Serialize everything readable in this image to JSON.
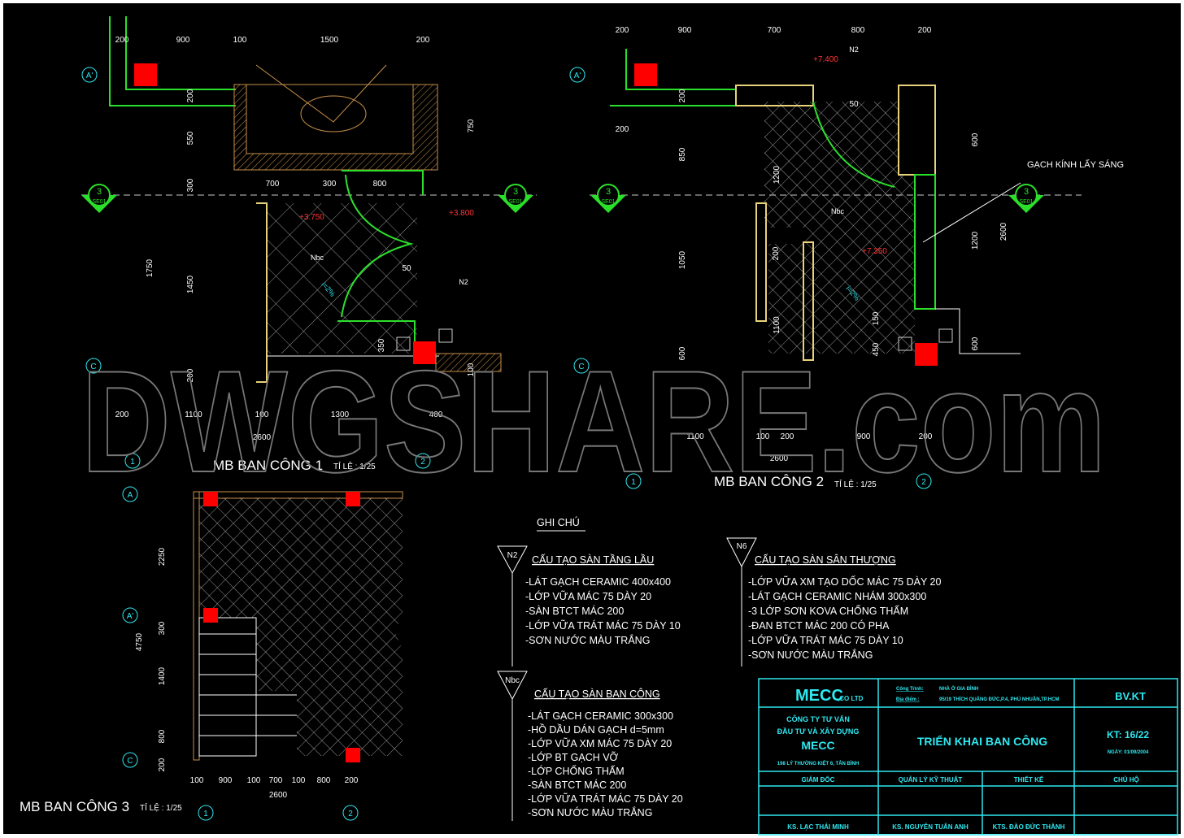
{
  "watermark": "DWGSHARE.com",
  "colors": {
    "background": "#000000",
    "grid_bubble": "#2ee8f0",
    "wall": "#2be02b",
    "column": "#ff0000",
    "finish": "#e8d27a",
    "title_block": "#2ee8f0",
    "dimension": "#ffffff"
  },
  "plan1": {
    "title": "MB BAN CÔNG 1",
    "scale": "TỈ LỆ : 1/25",
    "dims": [
      "200",
      "900",
      "100",
      "1500",
      "200",
      "200",
      "550",
      "300",
      "1750",
      "1450",
      "200",
      "750",
      "700",
      "300",
      "800",
      "200",
      "1100",
      "100",
      "1300",
      "400",
      "2600",
      "350",
      "100",
      "50"
    ],
    "levels": [
      "+3.750",
      "+3.800"
    ],
    "tags": [
      "Nbc",
      "N2",
      "i=2%"
    ],
    "grid": [
      "A'",
      "C",
      "1",
      "2"
    ],
    "section": {
      "number": "3",
      "ref": "SE01"
    }
  },
  "plan2": {
    "title": "MB BAN CÔNG 2",
    "scale": "TỈ LỆ : 1/25",
    "dims": [
      "200",
      "900",
      "700",
      "800",
      "200",
      "200",
      "200",
      "850",
      "1200",
      "1050",
      "200",
      "1100",
      "600",
      "600",
      "1200",
      "600",
      "2600",
      "150",
      "450",
      "1100",
      "100",
      "200",
      "900",
      "200",
      "2600",
      "50"
    ],
    "levels": [
      "+7.400",
      "+7.350"
    ],
    "tags": [
      "Nbc",
      "N2",
      "i=2%"
    ],
    "grid": [
      "A'",
      "C",
      "1",
      "2"
    ],
    "label": "GẠCH KÍNH LẤY SÁNG",
    "section": {
      "number": "3",
      "ref": "SE01"
    }
  },
  "plan3": {
    "title": "MB BAN CÔNG 3",
    "scale": "TỈ LỆ : 1/25",
    "dims": [
      "2250",
      "4750",
      "300",
      "1400",
      "800",
      "200",
      "100",
      "900",
      "100",
      "700",
      "100",
      "800",
      "200",
      "2600"
    ],
    "grid": [
      "A",
      "A'",
      "C",
      "1",
      "2"
    ]
  },
  "notes": {
    "heading": "GHI CHÚ",
    "groups": [
      {
        "tag": "N2",
        "title": "CẤU TẠO SÀN TẦNG LẦU",
        "items": [
          "-LÁT GẠCH CERAMIC 400x400",
          "-LỚP VỮA MÁC 75 DÀY 20",
          "-SÀN BTCT MÁC 200",
          "-LỚP VỮA TRÁT MÁC 75 DÀY 10",
          "-SƠN NƯỚC MÀU TRẮNG"
        ]
      },
      {
        "tag": "N6",
        "title": "CẤU TẠO SÀN SÂN THƯỢNG",
        "items": [
          "-LỚP VỮA XM TẠO DỐC MÁC 75 DÀY 20",
          "-LÁT GẠCH CERAMIC NHÁM 300x300",
          "-3 LỚP SƠN KOVA CHỐNG THẤM",
          "-ĐAN BTCT MÁC 200 CÓ PHA",
          "-LỚP VỮA TRÁT MÁC 75 DÀY 10",
          "-SƠN NƯỚC MÀU TRẮNG"
        ]
      },
      {
        "tag": "Nbc",
        "title": "CẤU TẠO SÀN BAN CÔNG",
        "items": [
          "-LÁT GẠCH CERAMIC 300x300",
          "-HỒ DẦU DÁN GẠCH d=5mm",
          "-LỚP VỮA XM MÁC 75 DÀY 20",
          "-LỚP BT GẠCH VỠ",
          "-LỚP CHỐNG THẤM",
          "-SÀN BTCT MÁC 200",
          "-LỚP VỮA TRÁT MÁC 75 DÀY 20",
          "-SƠN NƯỚC MÀU TRẮNG"
        ]
      }
    ]
  },
  "title_block": {
    "company_short": "MECC",
    "company_suffix": ",CO LTD",
    "project_label": "Công Trình:",
    "project_value": "NHÀ Ở GIA ĐÌNH",
    "address_label": "Địa điểm :",
    "address_value": "95/19 THÍCH QUẢNG ĐỨC,P.4, PHÚ NHUẬN,TP.HCM",
    "drawing_code": "BV.KT",
    "company_lines": [
      "CÔNG TY TƯ VẤN",
      "ĐẦU TƯ VÀ XÂY DỰNG",
      "MECC",
      "198 LÝ THƯỜNG KIỆT 6, TÂN BÌNH"
    ],
    "drawing_title": "TRIỂN KHAI BAN CÔNG",
    "sheet": "KT: 16/22",
    "date": "NGÀY: 01/09/2004",
    "roles": [
      "GIÁM ĐỐC",
      "QUẢN LÝ KỸ THUẬT",
      "THIẾT KẾ",
      "CHỦ HỘ"
    ],
    "names": [
      "KS. LẠC THÁI MINH",
      "KS. NGUYỄN TUẤN ANH",
      "KTS. ĐÀO ĐỨC THÀNH",
      ""
    ]
  }
}
